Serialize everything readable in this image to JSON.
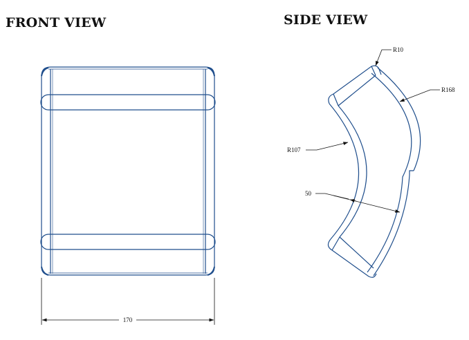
{
  "views": {
    "front": {
      "title": "FRONT VIEW"
    },
    "side": {
      "title": "SIDE VIEW"
    }
  },
  "dimensions": {
    "width": "170",
    "fillet_radius": "R10",
    "outer_radius": "R168",
    "inner_radius": "R107",
    "thickness": "50"
  },
  "colors": {
    "outline": "#1f4e8c",
    "dimension": "#111111",
    "background": "#ffffff"
  }
}
